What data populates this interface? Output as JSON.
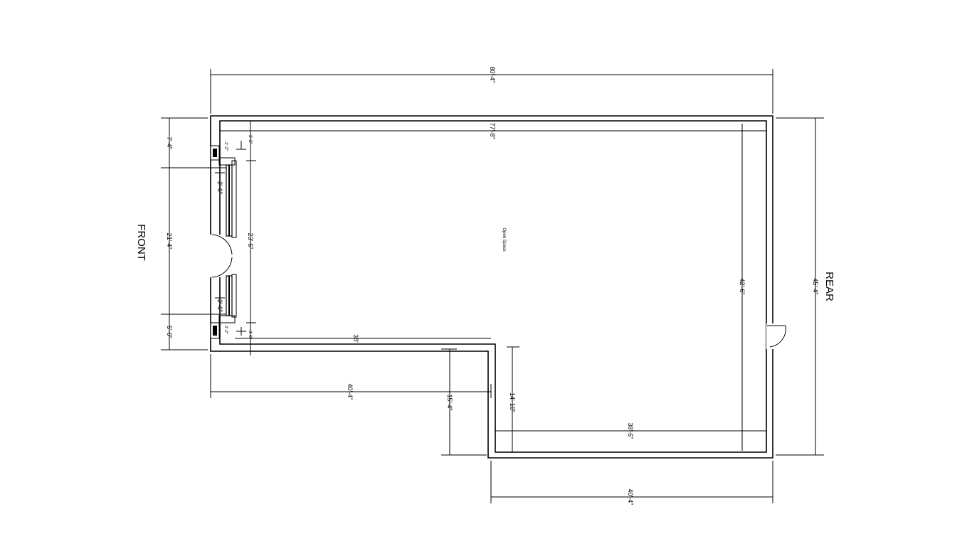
{
  "labels": {
    "front": "FRONT",
    "rear": "REAR",
    "room": "Open Space"
  },
  "dimensions": {
    "top_overall": "80'-4\"",
    "top_inner": "77'-8\"",
    "rear_height": "45'-4\"",
    "right_inner_height": "42'-6\"",
    "bottom_right_outer": "40'-4\"",
    "bottom_right_inner": "38'-6\"",
    "front_top": "7'-4\"",
    "front_middle": "21'-4\"",
    "front_bottom": "5'-0\"",
    "front_inner_opening": "23'-6\"",
    "window_top": "2'-6\"",
    "window_bottom": "2'-6\"",
    "front_top_return": "2'-2\"",
    "front_bottom_return": "2'-2\"",
    "pier_top": "3'-3\"",
    "pier_bottom": "3'-8\"",
    "step_run": "38'",
    "step_left_outer": "40'-4\"",
    "step_drop_outer": "15'-4\"",
    "step_drop_inner": "14'-10\""
  }
}
